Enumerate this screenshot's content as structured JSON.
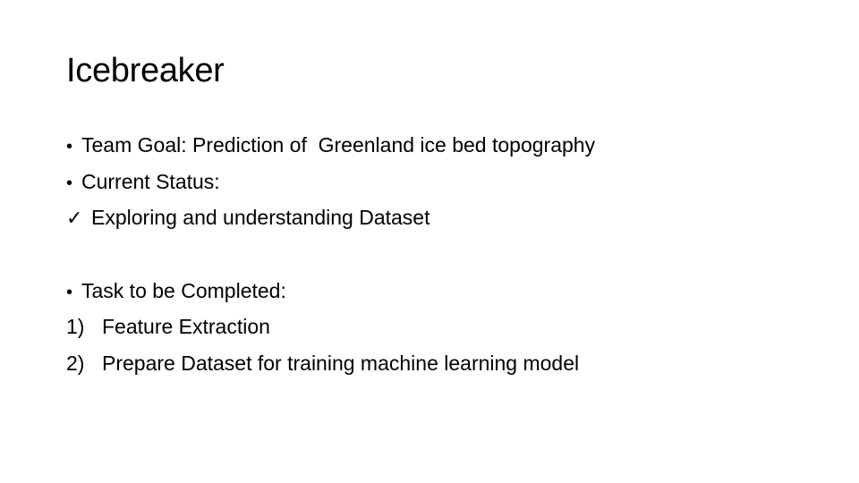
{
  "slide": {
    "title": "Icebreaker",
    "lines": [
      {
        "marker": "•",
        "text": "Team Goal: Prediction of  Greenland ice bed topography"
      },
      {
        "marker": "•",
        "text": "Current Status:"
      },
      {
        "marker": "✓",
        "text": "Exploring and understanding Dataset"
      },
      {
        "marker": "•",
        "text": "Task to be Completed:"
      },
      {
        "marker": "1)",
        "text": "Feature Extraction"
      },
      {
        "marker": "2)",
        "text": "Prepare Dataset for training machine learning model"
      }
    ]
  }
}
